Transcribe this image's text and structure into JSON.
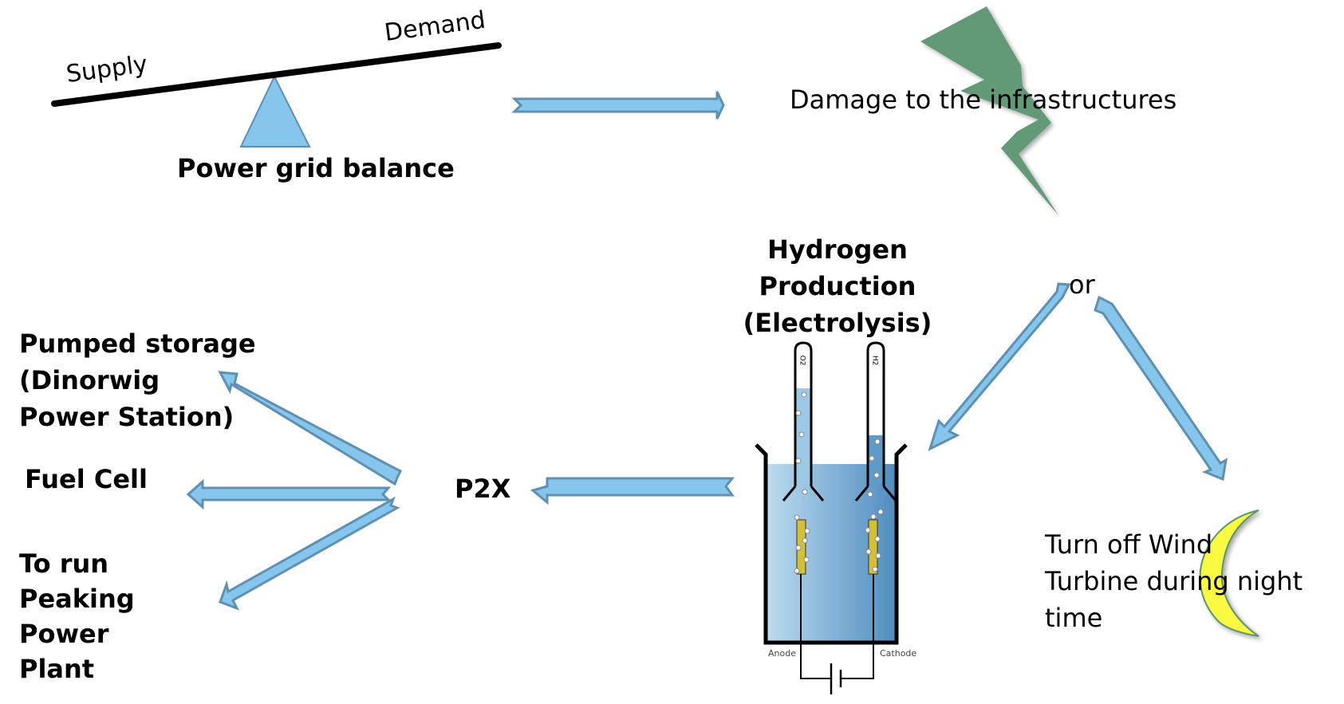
{
  "balance": {
    "supply_label": "Supply",
    "demand_label": "Demand",
    "title": "Power grid balance"
  },
  "damage": {
    "label": "Damage to the infrastructures"
  },
  "or_label": "or",
  "hydrogen": {
    "title_lines": [
      "Hydrogen",
      "Production",
      "(Electrolysis)"
    ],
    "tube_left": "O2",
    "tube_right": "H2",
    "electrode_left": "Anode",
    "electrode_right": "Cathode"
  },
  "wind": {
    "lines": [
      "Turn off Wind",
      "Turbine during night",
      "time"
    ]
  },
  "p2x": {
    "label": "P2X"
  },
  "outputs": {
    "pumped_storage": [
      "Pumped storage",
      "(Dinorwig",
      "Power Station)"
    ],
    "fuel_cell": "Fuel Cell",
    "peaking": [
      "To run",
      "Peaking",
      "Power",
      "Plant"
    ]
  },
  "colors": {
    "arrow_fill": "#87c6ec",
    "arrow_stroke": "#5d91b4",
    "fulcrum": "#87c6ec",
    "bolt": "#5a9470",
    "moon": "#fbf93f",
    "moon_stroke": "#5a9470",
    "water_light": "#b8d9ee",
    "water_dark": "#4f8fc2",
    "electrode": "#d4bf35"
  }
}
